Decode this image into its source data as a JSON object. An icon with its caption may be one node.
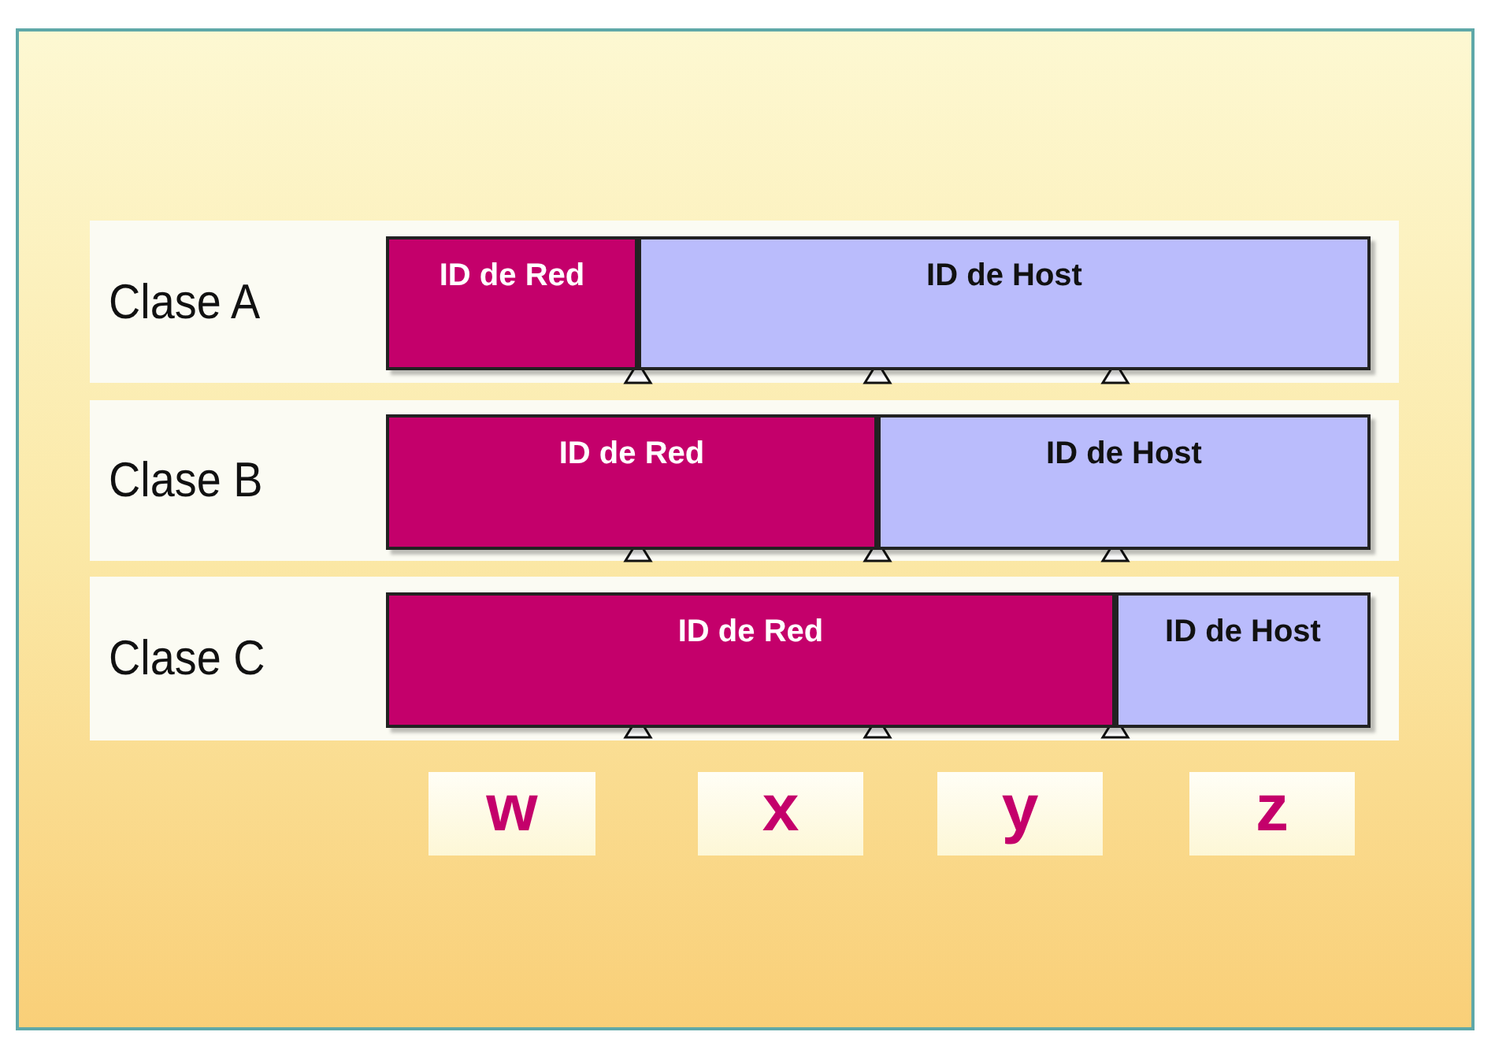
{
  "diagram": {
    "nodes": [
      {
        "text": [
          "Clase A"
        ]
      },
      {
        "text": [
          "ID de Red"
        ],
        "in": 0
      },
      {
        "text": [
          "ID de Host"
        ],
        "in": 0
      },
      {
        "text": [
          "Clase B"
        ]
      },
      {
        "text": [
          "ID de Red"
        ],
        "in": 3
      },
      {
        "text": [
          "ID de Host"
        ],
        "in": 3
      },
      {
        "text": [
          "Clase C"
        ]
      },
      {
        "text": [
          "ID de Red"
        ],
        "in": 6
      },
      {
        "text": [
          "ID de Host"
        ],
        "in": 6
      },
      {
        "text": [
          "w"
        ]
      },
      {
        "text": [
          "x"
        ]
      },
      {
        "text": [
          "y"
        ]
      },
      {
        "text": [
          "z"
        ]
      }
    ]
  }
}
